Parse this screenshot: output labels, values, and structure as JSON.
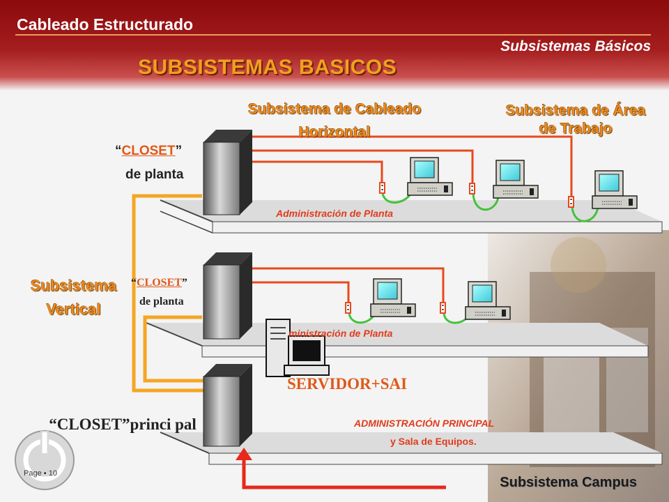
{
  "header": {
    "course_title": "Cableado Estructurado",
    "section_subtitle": "Subsistemas Básicos"
  },
  "slide_heading": "SUBSISTEMAS BASICOS",
  "subsystems": {
    "horizontal": "Subsistema de Cableado Horizontal",
    "work_area": "Subsistema de Área de Trabajo",
    "vertical": "Subsistema Vertical",
    "campus": "Subsistema Campus"
  },
  "closets": {
    "floor_closet_word": "CLOSET",
    "open_quote": "“",
    "close_quote": "”",
    "floor_closet_sub": "de planta",
    "main_closet": "“CLOSET”princi pal"
  },
  "admin": {
    "floor_admin_1": "Administración de Planta",
    "floor_admin_2": "ministración de Planta",
    "main_admin_line1": "ADMINISTRACIÓN PRINCIPAL",
    "main_admin_line2": "y  Sala de Equipos."
  },
  "server_label": "SERVIDOR+SAI",
  "footer": {
    "page_label": "Page ▪ 10"
  },
  "colors": {
    "header_red": "#a51d1f",
    "heading_orange": "#f0a020",
    "cable_red": "#e8481c",
    "vertical_cable": "#f5a623",
    "patch_green": "#44c23a"
  }
}
